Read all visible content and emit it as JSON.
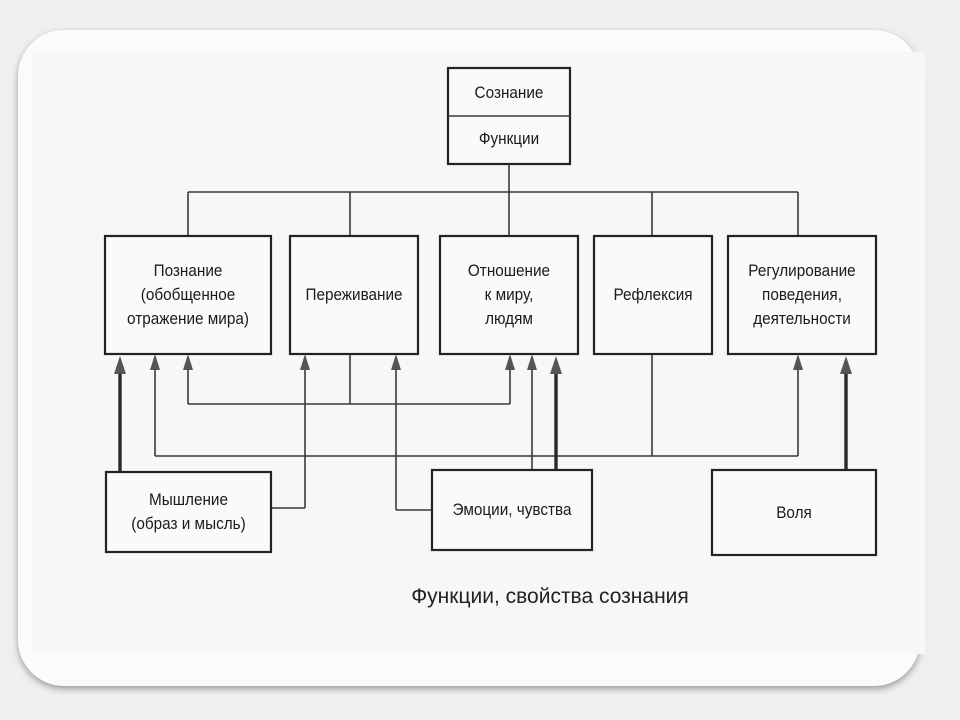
{
  "diagram": {
    "root_title": "Сознание",
    "root_subtitle": "Функции",
    "functions": [
      "Познание\n(обобщенное\nотражение мира)",
      "Переживание",
      "Отношение\nк миру,\nлюдям",
      "Рефлексия",
      "Регулирование\nповедения,\nдеятельности"
    ],
    "sources": [
      "Мышление\n(образ и мысль)",
      "Эмоции, чувства",
      "Воля"
    ],
    "caption": "Функции, свойства сознания"
  }
}
